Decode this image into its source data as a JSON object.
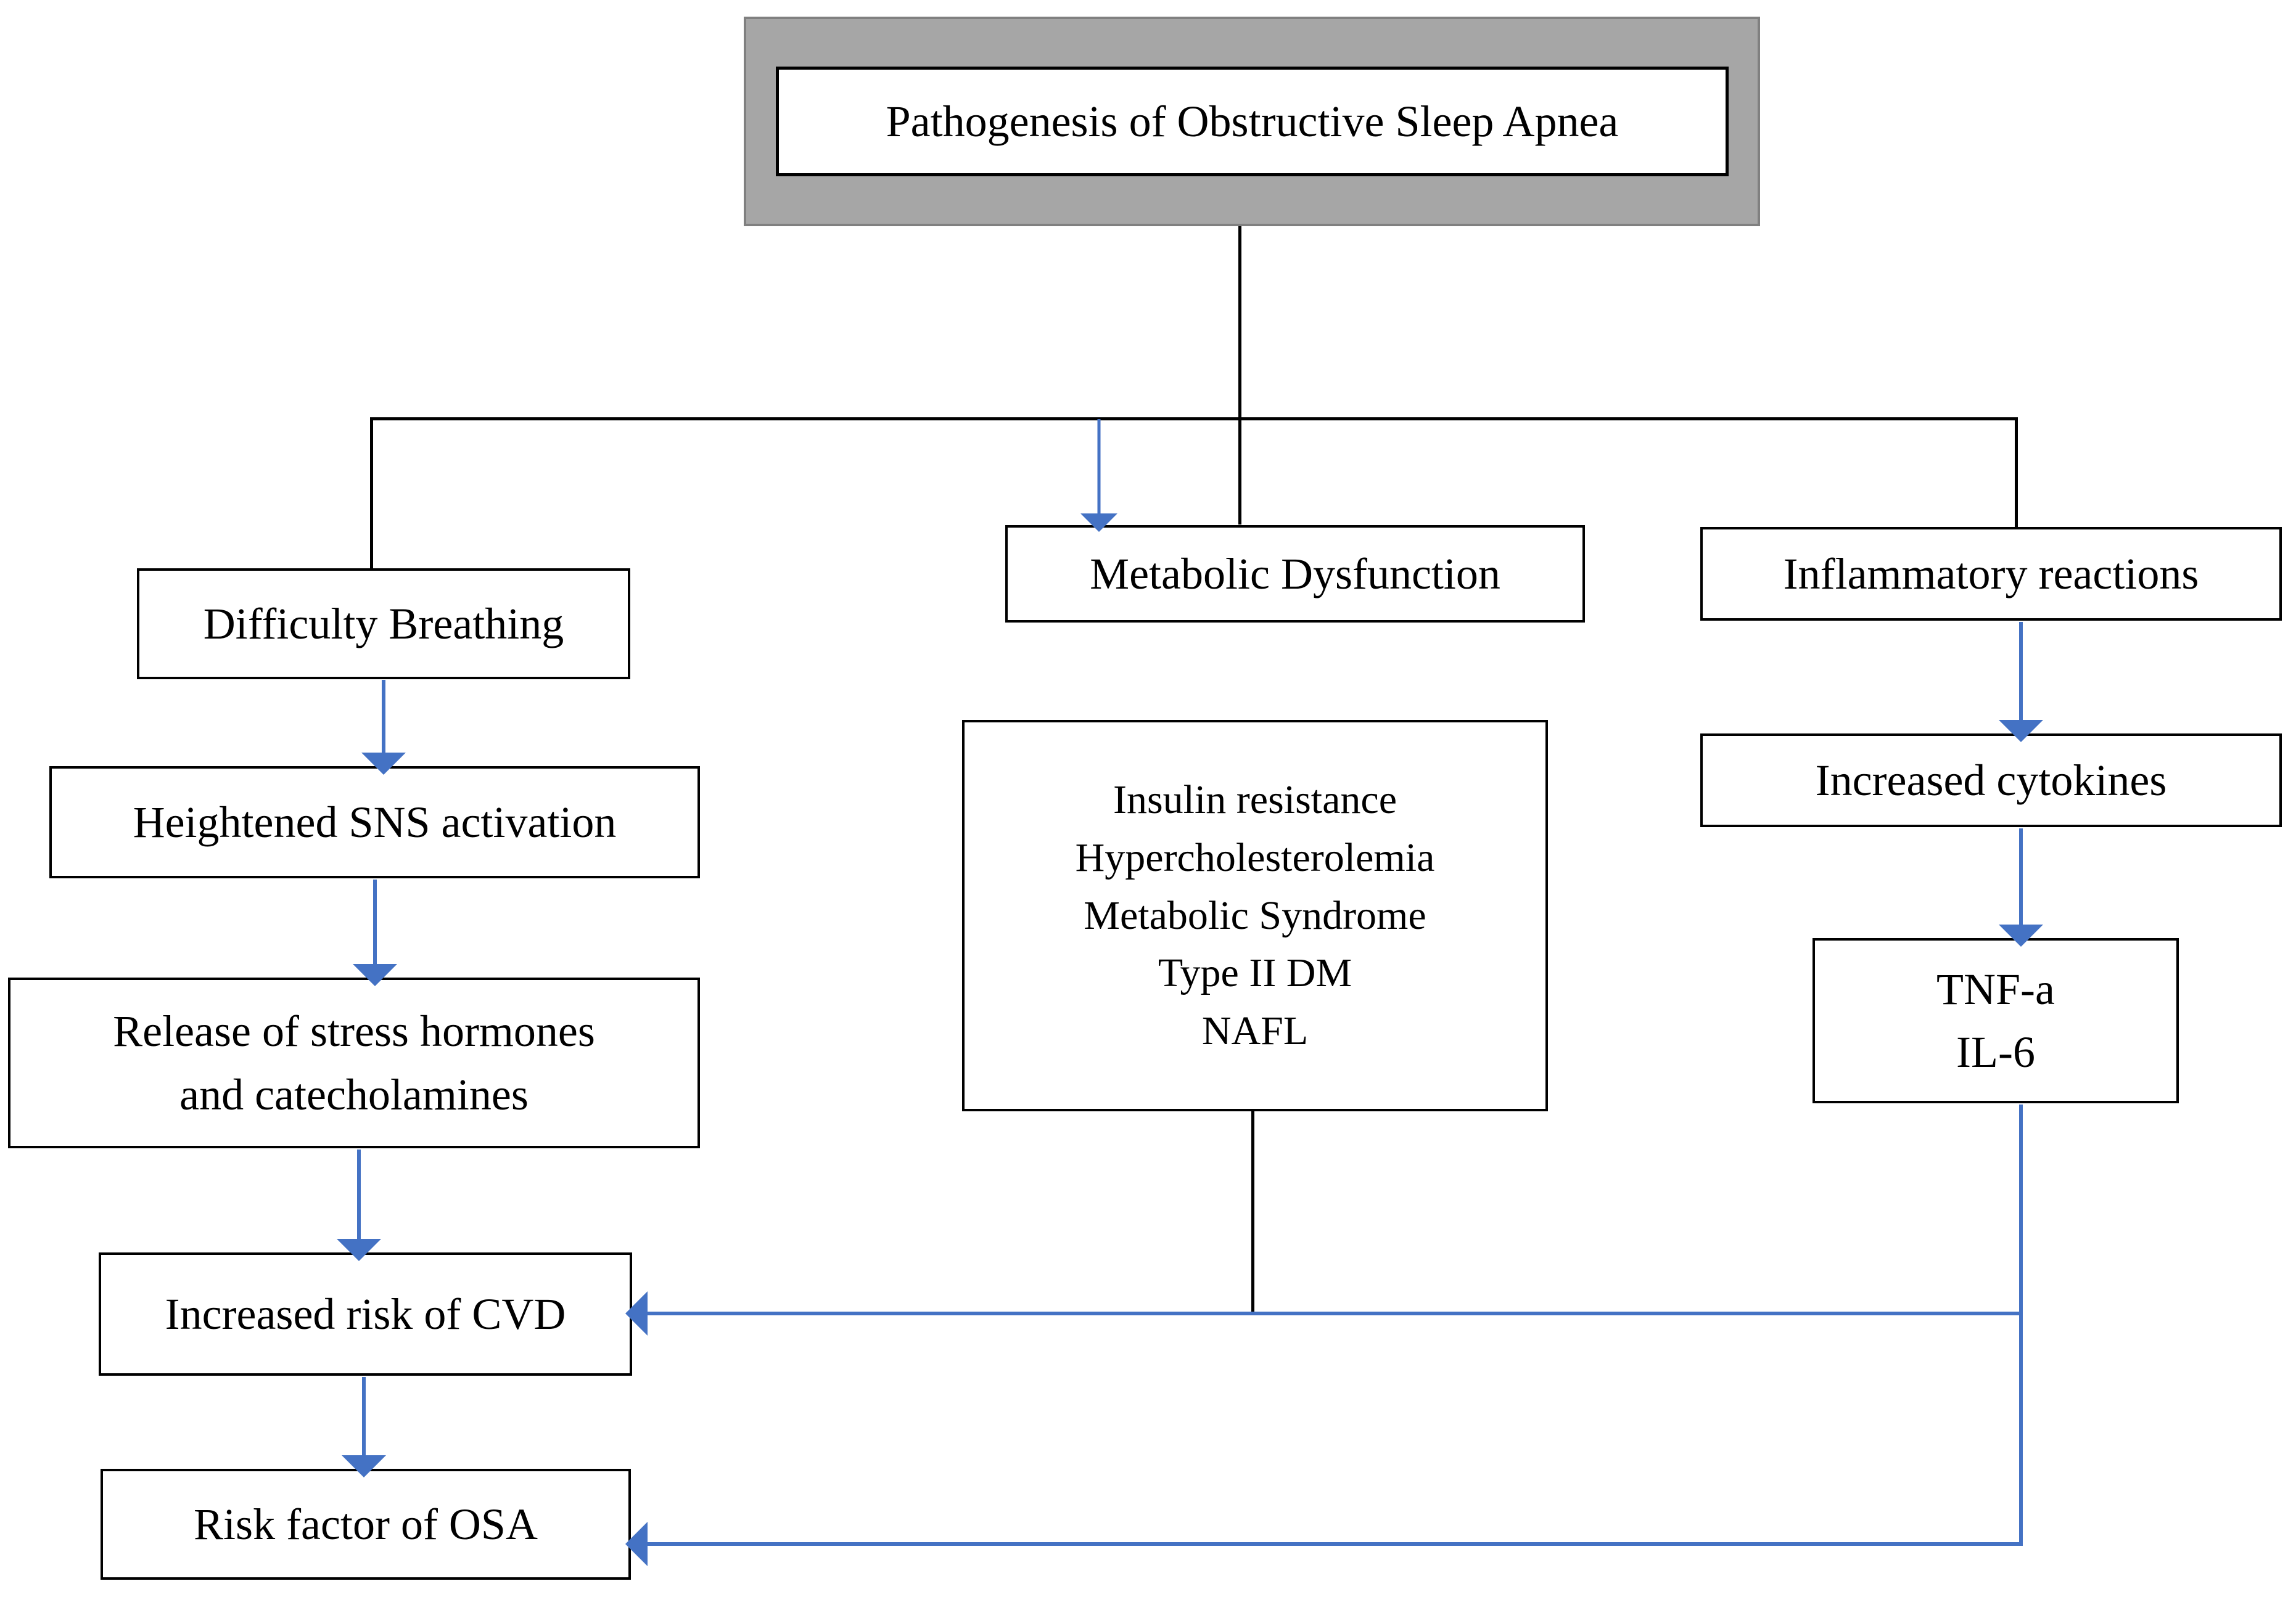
{
  "diagram": {
    "title": "Pathogenesis of Obstructive Sleep Apnea",
    "header": {
      "label": "Pathogenesis of Obstructive Sleep Apnea",
      "shell_color": "#a6a6a6",
      "shell_border_color": "#808080",
      "box_border_color": "#000000",
      "box_fill": "#ffffff"
    },
    "colors": {
      "node_border": "#000000",
      "node_fill": "#ffffff",
      "black_connector": "#000000",
      "blue_arrow": "#4472c4",
      "text": "#000000"
    },
    "branches": {
      "left_label": "Difficulty Breathing",
      "middle_label": "Metabolic Dysfunction",
      "right_label": "Inflammatory reactions"
    },
    "nodes": [
      {
        "id": "difficulty-breathing",
        "label": "Difficulty Breathing",
        "column": "left"
      },
      {
        "id": "heightened-sns-activation",
        "label": "Heightened SNS activation",
        "column": "left"
      },
      {
        "id": "release-of-stress-hormones",
        "line1": "Release of stress hormones",
        "line2": "and catecholamines",
        "column": "left"
      },
      {
        "id": "increased-risk-of-cvd",
        "label": "Increased risk of CVD",
        "column": "left"
      },
      {
        "id": "risk-factor-of-osa",
        "label": "Risk factor of OSA",
        "column": "left"
      },
      {
        "id": "metabolic-dysfunction",
        "label": "Metabolic Dysfunction",
        "column": "middle"
      },
      {
        "id": "metabolic-conditions",
        "column": "middle",
        "items": [
          "Insulin resistance",
          "Hypercholesterolemia",
          "Metabolic Syndrome",
          "Type II DM",
          "NAFL"
        ]
      },
      {
        "id": "inflammatory-reactions",
        "label": "Inflammatory reactions",
        "column": "right"
      },
      {
        "id": "increased-cytokines",
        "label": "Increased cytokines",
        "column": "right"
      },
      {
        "id": "cytokine-markers",
        "line1": "TNF-a",
        "line2": "IL-6",
        "column": "right"
      }
    ],
    "metabolic_items": {
      "item1": "Insulin resistance",
      "item2": "Hypercholesterolemia",
      "item3": "Metabolic Syndrome",
      "item4": "Type II DM",
      "item5": "NAFL"
    },
    "cytokine_markers": {
      "item1": "TNF-a",
      "item2": "IL-6"
    },
    "stress_hormones": {
      "line1": "Release of stress hormones",
      "line2": "and catecholamines"
    }
  }
}
